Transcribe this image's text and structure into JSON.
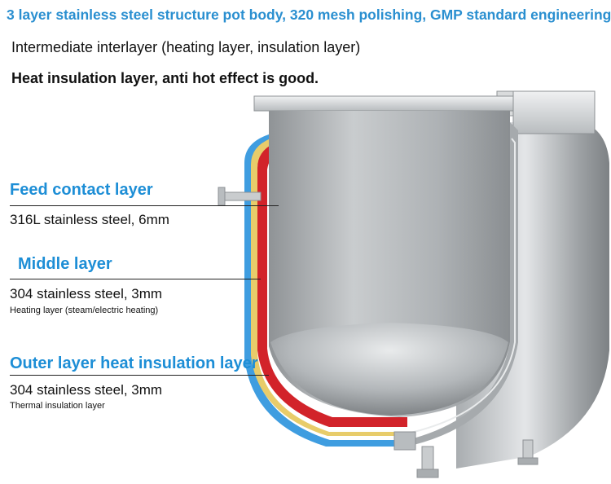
{
  "header": {
    "title": "3 layer stainless steel structure pot body, 320 mesh polishing, GMP standard engineering",
    "line1": "Intermediate interlayer (heating layer, insulation layer)",
    "line2": "Heat insulation layer, anti hot effect is good."
  },
  "layers": [
    {
      "name": "Feed contact layer",
      "spec": "316L stainless steel, 6mm",
      "note": ""
    },
    {
      "name": "Middle layer",
      "spec": "304 stainless steel, 3mm",
      "note": "Heating layer (steam/electric heating)"
    },
    {
      "name": "Outer layer heat insulation layer",
      "spec": "304 stainless steel, 3mm",
      "note": "Thermal insulation layer"
    }
  ],
  "colors": {
    "accent": "#1d8ed6",
    "heating_layer": "#d2232a",
    "insulation_layer": "#3f9de0",
    "interlayer": "#e8cc6a",
    "steel": "#b8bcbf"
  }
}
